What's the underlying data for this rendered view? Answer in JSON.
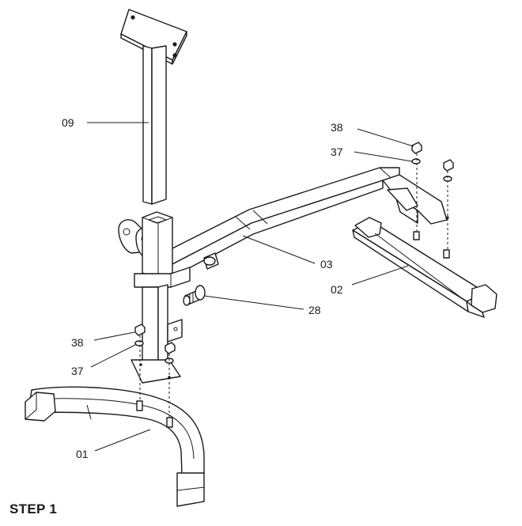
{
  "step": {
    "title": "STEP 1"
  },
  "callouts": {
    "part_09": "09",
    "part_38_top": "38",
    "part_37_top": "37",
    "part_03": "03",
    "part_02": "02",
    "part_28": "28",
    "part_38_left": "38",
    "part_37_left": "37",
    "part_01": "01"
  }
}
